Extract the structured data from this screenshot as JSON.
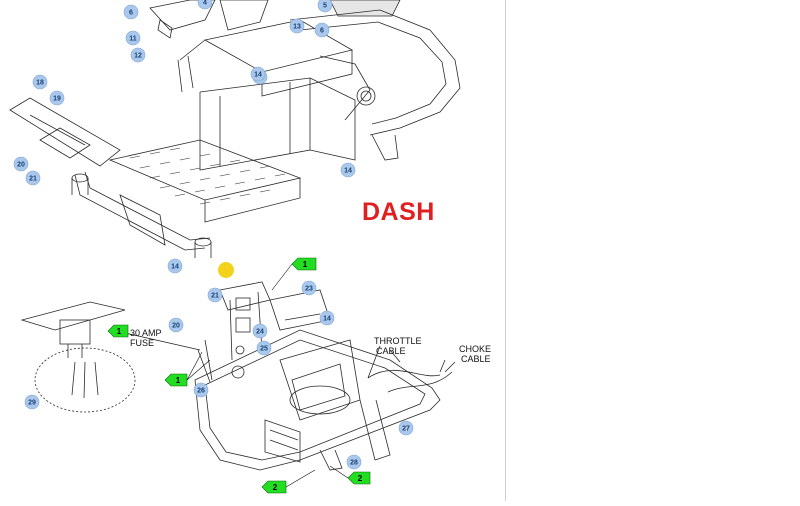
{
  "title": "DASH",
  "colors": {
    "title": "#e02020",
    "callout_fill": "#a9c8ec",
    "callout_text": "#1a3f73",
    "green_tag": "#22dd22",
    "cursor_dot": "#f2d21b",
    "line": "#2a2a2a"
  },
  "callouts": [
    "6",
    "4",
    "5",
    "6",
    "13",
    "11",
    "12",
    "14",
    "14",
    "18",
    "19",
    "20",
    "21",
    "14",
    "14",
    "21",
    "20",
    "23",
    "24",
    "25",
    "14",
    "26",
    "29",
    "27",
    "28"
  ],
  "green_tags": [
    "1",
    "1",
    "1",
    "2",
    "2"
  ],
  "notes": {
    "fuse_line1": "30 AMP",
    "fuse_line2": "FUSE",
    "throttle_line1": "THROTTLE",
    "throttle_line2": "CABLE",
    "choke_line1": "CHOKE",
    "choke_line2": "CABLE"
  }
}
